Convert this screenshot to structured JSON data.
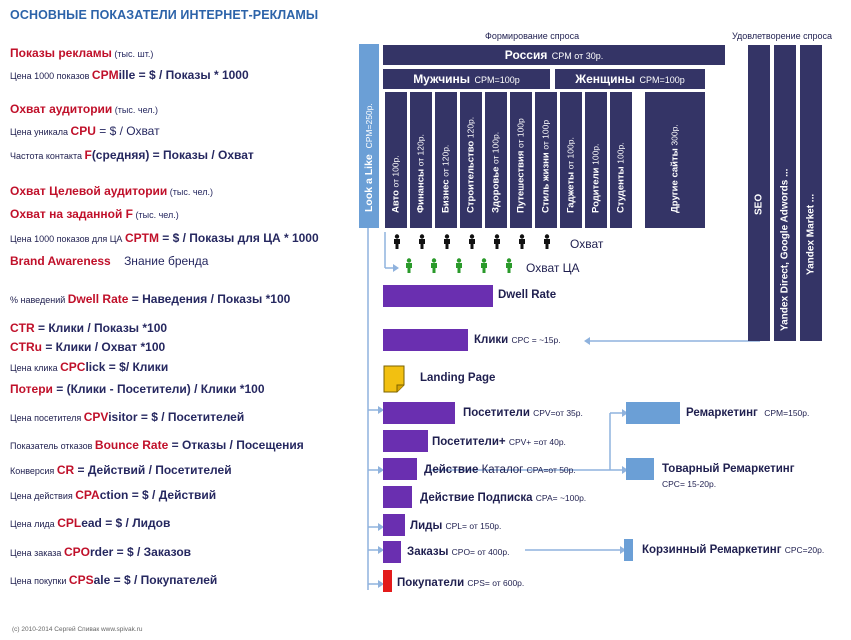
{
  "title": "ОСНОВНЫЕ ПОКАЗАТЕЛИ ИНТЕРНЕТ-РЕКЛАМЫ",
  "metrics": {
    "shows_label": "Показы рекламы",
    "shows_unit": " (тыс. шт.)",
    "cpm_pre": "Цена 1000 показов ",
    "cpm_key": "CPM",
    "cpm_key2": "ille",
    "cpm_formula": " = $ / Показы * 1000",
    "reach_label": "Охват аудитории",
    "reach_unit": "  (тыс. чел.)",
    "cpu_pre": "Цена уникала ",
    "cpu_key": "CPU",
    "cpu_formula": " = $ / Охват",
    "freq_pre": "Частота контакта ",
    "freq_key": "F",
    "freq_formula": "(средняя) = Показы / Охват",
    "ta_label": "Охват Целевой аудитории",
    "ta_unit": " (тыс. чел.)",
    "f_label": "Охват на заданной F",
    "f_unit": " (тыс. чел.)",
    "cptm_pre": "Цена 1000 показов для ЦА ",
    "cptm_key": "CPTM",
    "cptm_formula": " = $ / Показы для ЦА * 1000",
    "brand_label": "Brand Awareness",
    "brand_value": "Знание бренда",
    "dwell_pre": "% наведений ",
    "dwell_key": "Dwell Rate",
    "dwell_formula": " = Наведения / Показы *100",
    "ctr_key": "CTR",
    "ctr_formula": " = Клики / Показы *100",
    "ctru_key": "CTRu",
    "ctru_formula": " = Клики / Охват *100",
    "cpc_pre": "Цена клика ",
    "cpc_key": "CPC",
    "cpc_key2": "lick",
    "cpc_formula": " = $/ Клики",
    "loss_key": "Потери",
    "loss_formula": " = (Клики - Посетители) / Клики *100",
    "cpv_pre": "Цена посетителя ",
    "cpv_key": "CPV",
    "cpv_key2": "isitor",
    "cpv_formula": " = $ / Посетителей",
    "br_pre": "Показатель отказов ",
    "br_key": "Bounce Rate",
    "br_formula": " = Отказы / Посещения",
    "cr_pre": "Конверсия ",
    "cr_key": "CR",
    "cr_formula": " = Действий / Посетителей",
    "cpa_pre": "Цена действия ",
    "cpa_key": "CPA",
    "cpa_key2": "ction",
    "cpa_formula": " = $ / Действий",
    "cpl_pre": "Цена лида ",
    "cpl_key": "CPL",
    "cpl_key2": "ead",
    "cpl_formula": " = $ / Лидов",
    "cpo_pre": "Цена заказа ",
    "cpo_key": "CPO",
    "cpo_key2": "rder",
    "cpo_formula": " = $ / Заказов",
    "cps_pre": "Цена покупки ",
    "cps_key": "CPS",
    "cps_key2": "ale",
    "cps_formula": " = $ / Покупателей"
  },
  "copyright": "(с) 2010-2014 Сергей Спивак  www.spivak.ru",
  "diagram": {
    "header_demand": "Формирование  спроса",
    "header_satisfy": "Удовлетворение спроса",
    "lookalike": "Look a Like",
    "lookalike_price": "CPM=250р.",
    "russia": "Россия",
    "russia_price": "CPM от 30р.",
    "men": "Мужчины",
    "men_price": "CPM=100р",
    "women": "Женщины",
    "women_price": "CPM=100р",
    "categories": [
      {
        "name": "Авто",
        "price": "от 100р."
      },
      {
        "name": "Финансы",
        "price": "от 120р."
      },
      {
        "name": "Бизнес",
        "price": "от 120р."
      },
      {
        "name": "Строительство",
        "price": "120р."
      },
      {
        "name": "Здоровье",
        "price": "от 100р."
      },
      {
        "name": "Путешествия",
        "price": "от 100р"
      },
      {
        "name": "Стиль жизни",
        "price": "от 100р"
      },
      {
        "name": "Гаджеты",
        "price": "от 100р."
      },
      {
        "name": "Родители",
        "price": "100р."
      },
      {
        "name": "Студенты",
        "price": "100р."
      },
      {
        "name": "Другие сайты",
        "price": "300р."
      }
    ],
    "seo": "SEO",
    "yandex_direct": "Yandex Direct, Google Adwords ...",
    "yandex_market": "Yandex Market ...",
    "reach_label": "Охват",
    "reach_ta_label": "Охват ЦА",
    "person_icon": "person-icon",
    "dwell": "Dwell Rate",
    "clicks": "Клики",
    "clicks_price": "CPC = ~15р.",
    "landing": "Landing Page",
    "visitors": "Посетители",
    "visitors_price": "CPV=от 35р.",
    "visitors_plus": "Посетители+",
    "visitors_plus_price": "CPV+ =от 40р.",
    "action_catalog": "Действие",
    "action_catalog_name": " Каталог",
    "action_catalog_price": "CPA=от 50р.",
    "action_sub": "Действие Подписка",
    "action_sub_price": "CPA= ~100р.",
    "leads": "Лиды",
    "leads_price": "CPL= от 150р.",
    "orders": "Заказы",
    "orders_price": "CPO= от 400р.",
    "buyers": "Покупатели",
    "buyers_price": "CPS= от 600р.",
    "remarketing": "Ремаркетинг",
    "remarketing_price": "CPM=150р.",
    "product_remarketing": "Товарный Ремаркетинг",
    "product_remarketing_price": "CPC= 15-20р.",
    "cart_remarketing": "Корзинный Ремаркетинг",
    "cart_remarketing_price": "CPC=20р.",
    "colors": {
      "navy": "#343466",
      "blue": "#6b9fd6",
      "purple": "#6a2fb0",
      "yellow": "#f2c011",
      "red": "#e31b1b",
      "black_person": "#111111",
      "green_person": "#2a9a2a"
    }
  }
}
